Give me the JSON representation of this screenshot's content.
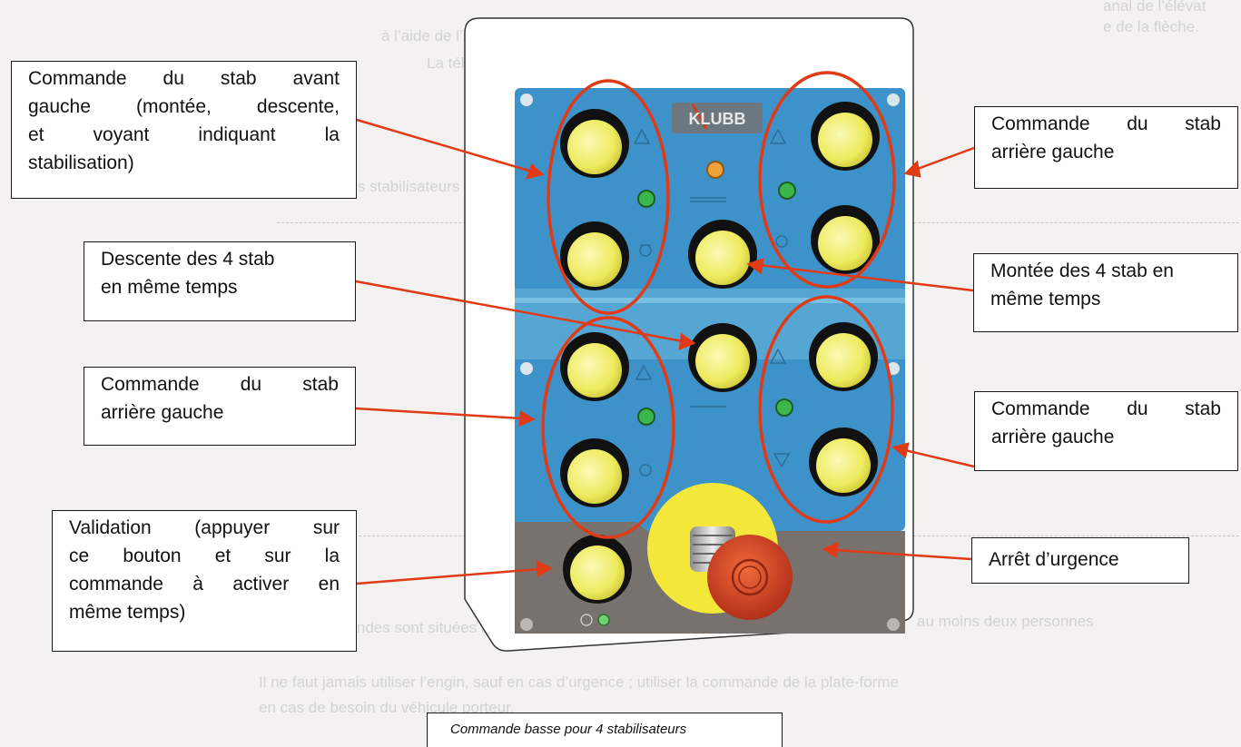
{
  "callouts": {
    "front_left": [
      "Commande du stab avant",
      "gauche (montée, descente,",
      "et voyant indiquant la",
      "stabilisation)"
    ],
    "rear_left_top": [
      "Commande du stab",
      "arrière gauche"
    ],
    "descend_all": [
      "Descente des 4 stab",
      "en même temps"
    ],
    "raise_all": [
      "Montée des 4 stab en",
      "même temps"
    ],
    "rear_left_mid": [
      "Commande du stab",
      "arrière gauche"
    ],
    "rear_left_bottom": [
      "Commande du stab",
      "arrière gauche"
    ],
    "validation": [
      "Validation (appuyer sur",
      "ce bouton et sur la",
      "commande à activer en",
      "même temps)"
    ],
    "emergency_stop": "Arrêt d’urgence"
  },
  "panel": {
    "brand": "KLUBB"
  },
  "caption": "Commande basse pour 4 stabilisateurs",
  "colors": {
    "annotation": "#e03a16",
    "panel_blue": "#3d93c9",
    "panel_grey": "#77726e",
    "button_yellow": "#f2ef6e",
    "led_green": "#3cb54a",
    "led_orange": "#f0a13a",
    "stop_red": "#d1401f",
    "stop_ring": "#f3e83a"
  }
}
